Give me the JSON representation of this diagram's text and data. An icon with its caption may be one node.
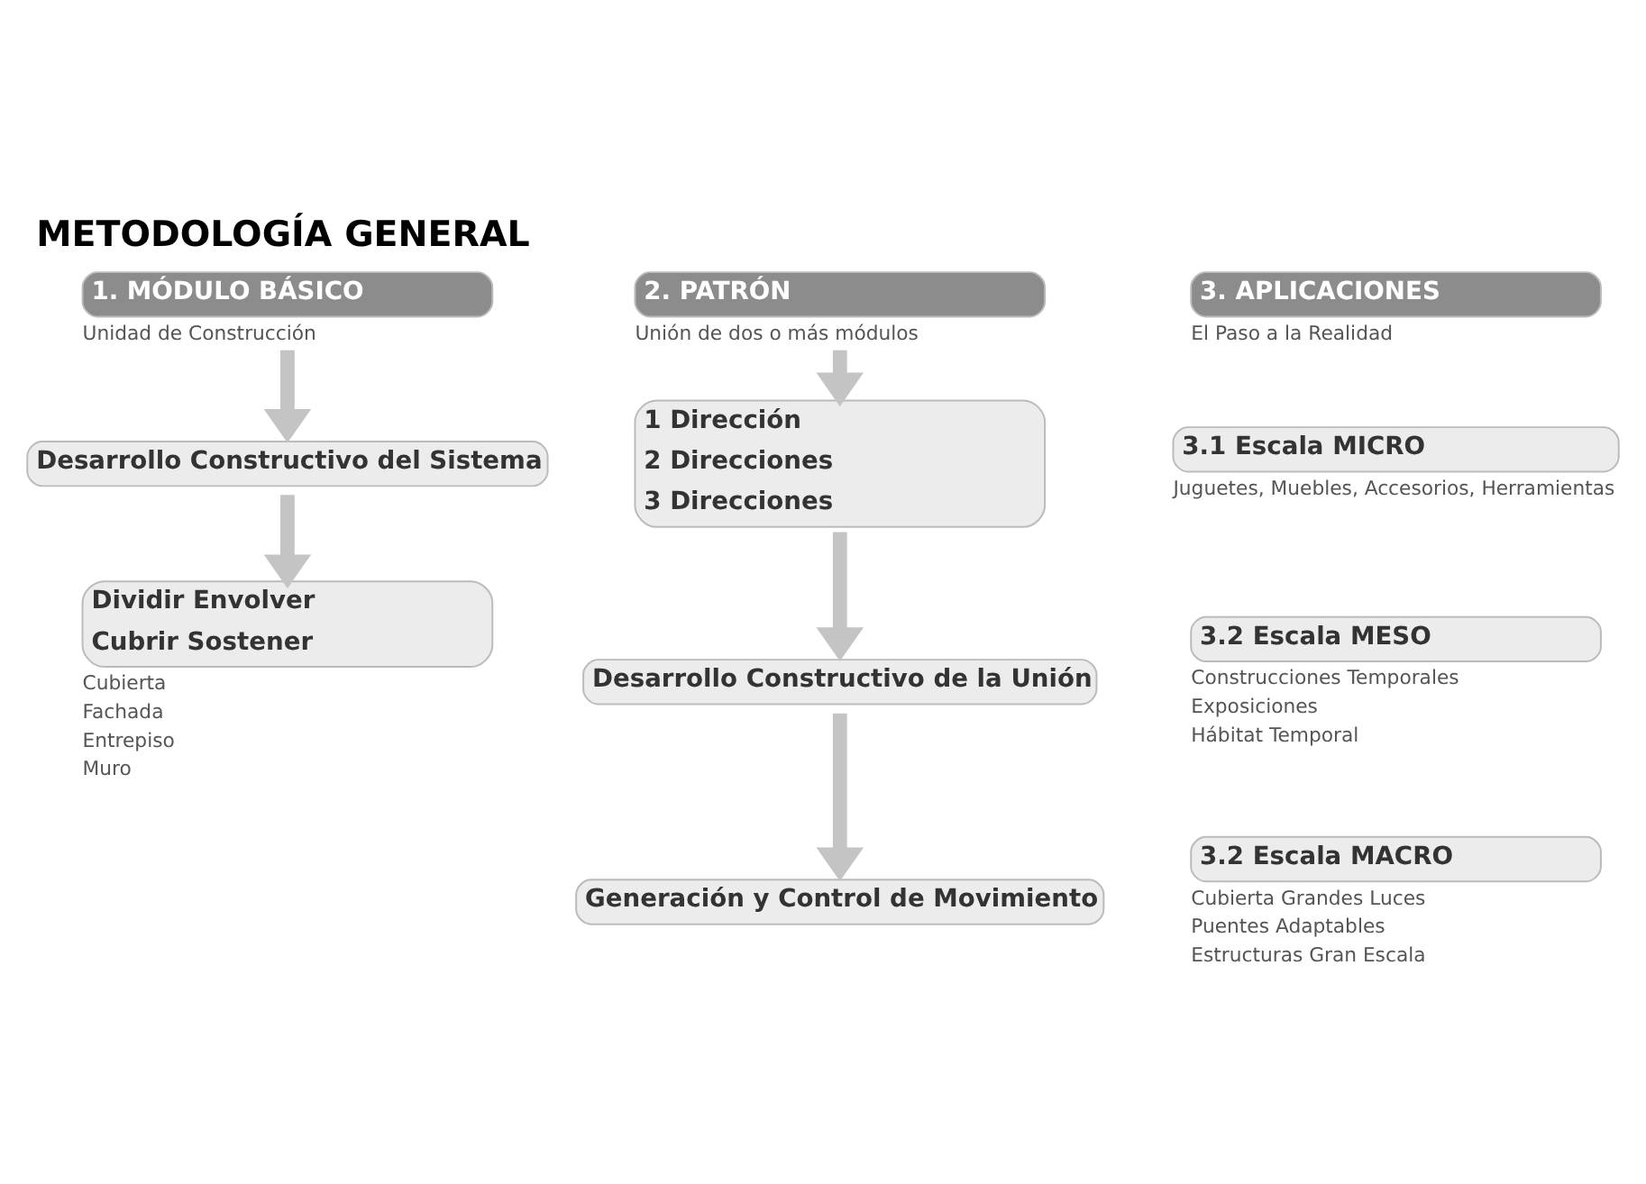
{
  "diagram": {
    "title": "METODOLOGÍA GENERAL",
    "nodes": [
      {
        "text": [
          "1. MÓDULO BÁSICO"
        ],
        "beside": [
          "Unidad de Construcción"
        ]
      },
      {
        "text": [
          "Desarrollo Constructivo del Sistema"
        ]
      },
      {
        "text": [
          "Dividir Envolver",
          "Cubrir Sostener"
        ],
        "beside": [
          "Cubierta",
          "Fachada",
          "Entrepiso",
          "Muro"
        ]
      },
      {
        "text": [
          "2. PATRÓN"
        ],
        "beside": [
          "Unión de dos o más módulos"
        ]
      },
      {
        "text": [
          "1 Dirección",
          "2 Direcciones",
          "3 Direcciones"
        ]
      },
      {
        "text": [
          "Desarrollo Constructivo de la Unión"
        ]
      },
      {
        "text": [
          "Generación y Control de Movimiento"
        ]
      },
      {
        "text": [
          "3. APLICACIONES"
        ],
        "beside": [
          "El Paso a la Realidad"
        ]
      },
      {
        "text": [
          "3.1 Escala MICRO"
        ],
        "beside": [
          "Juguetes, Muebles, Accesorios, Herramientas"
        ]
      },
      {
        "text": [
          "3.2 Escala MESO"
        ],
        "beside": [
          "Construcciones Temporales",
          "Exposiciones",
          "Hábitat Temporal"
        ]
      },
      {
        "text": [
          "3.2 Escala MACRO"
        ],
        "beside": [
          "Cubierta Grandes Luces",
          "Puentes Adaptables",
          "Estructuras Gran Escala"
        ]
      }
    ],
    "edges": [
      {
        "from": 0,
        "to": 1,
        "arrow": "to"
      },
      {
        "from": 1,
        "to": 2,
        "arrow": "to"
      },
      {
        "from": 3,
        "to": 4,
        "arrow": "to"
      },
      {
        "from": 4,
        "to": 5,
        "arrow": "to"
      },
      {
        "from": 5,
        "to": 6,
        "arrow": "to"
      }
    ]
  }
}
